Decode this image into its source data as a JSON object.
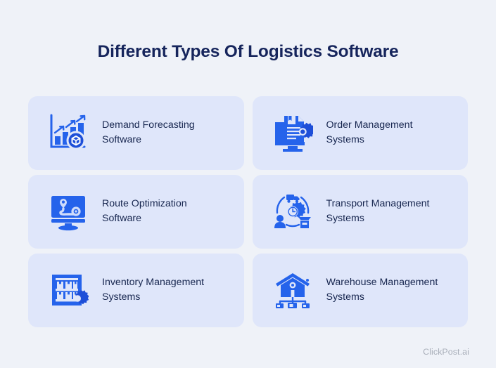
{
  "page": {
    "title": "Different Types Of Logistics Software",
    "background_color": "#eff2f8",
    "title_color": "#16255c"
  },
  "theme": {
    "card_background": "#dfe6fa",
    "icon_primary": "#2563eb",
    "icon_secondary": "#1d4ed8",
    "label_color": "#17264f",
    "watermark_color": "#a8aeb9"
  },
  "cards": [
    {
      "label": "Demand Forecasting Software",
      "line1": "Demand Forecasting",
      "line2": "Software",
      "icon": "bar-chart-growth-package-icon"
    },
    {
      "label": "Order Management Systems",
      "line1": "Order Management",
      "line2": "Systems",
      "icon": "monitor-document-gear-icon"
    },
    {
      "label": "Route Optimization Software",
      "line1": "Route Optimization",
      "line2": "Software",
      "icon": "monitor-route-map-icon"
    },
    {
      "label": "Transport Management Systems",
      "line1": "Transport Management",
      "line2": "Systems",
      "icon": "truck-gear-clock-warehouse-icon"
    },
    {
      "label": "Inventory Management Systems",
      "line1": "Inventory Management",
      "line2": "Systems",
      "icon": "shelf-boxes-gear-icon"
    },
    {
      "label": "Warehouse Management Systems",
      "line1": "Warehouse Management",
      "line2": "Systems",
      "icon": "warehouse-network-nodes-icon"
    }
  ],
  "footer": {
    "watermark": "ClickPost.ai"
  }
}
